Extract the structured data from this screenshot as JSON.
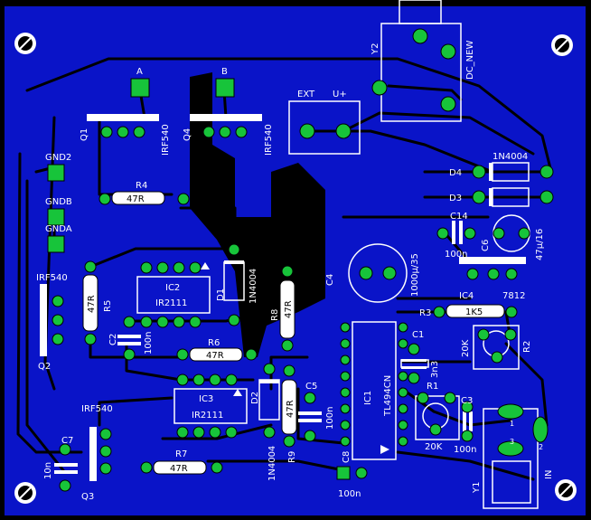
{
  "colors": {
    "board": "#0a14c8",
    "copper": "#000000",
    "pad": "#17c43a",
    "silk": "#ffffff",
    "background": "#000000"
  },
  "connectors": {
    "a": "A",
    "b": "B",
    "gnd2": "GND2",
    "gndb": "GNDB",
    "gnda": "GNDA",
    "ext": "EXT",
    "vplus": "U+",
    "y2": "Y2",
    "dcnew": "DC_NEW",
    "y1": "Y1",
    "in": "IN",
    "pin1": "1",
    "pin2": "2",
    "pin3": "3"
  },
  "components": {
    "q1": "Q1",
    "q1_type": "IRF540",
    "q4": "Q4",
    "q4_type": "IRF540",
    "q2_type": "IRF540",
    "q2": "Q2",
    "q3_type": "IRF540",
    "q3": "Q3",
    "r4": "R4",
    "r4_val": "47R",
    "r5": "R5",
    "r5_val": "47R",
    "r6": "R6",
    "r6_val": "47R",
    "r7": "R7",
    "r7_val": "47R",
    "r8": "R8",
    "r8_val": "47R",
    "r9": "R9",
    "r9_val": "47R",
    "r3": "R3",
    "r3_val": "1K5",
    "r2": "R2",
    "r2_val": "20K",
    "r1": "R1",
    "r1_val": "20K",
    "ic2": "IC2",
    "ic2_type": "IR2111",
    "ic3": "IC3",
    "ic3_type": "IR2111",
    "ic1": "IC1",
    "ic1_type": "TL494CN",
    "ic4": "IC4",
    "ic4_type": "7812",
    "d1": "D1",
    "d1_type": "1N4004",
    "d2": "D2",
    "d2_type": "1N4004",
    "d3": "D3",
    "d4": "D4",
    "d34_type": "1N4004",
    "c1": "C1",
    "c1_val": "3n3",
    "c2": "C2",
    "c2_val": "100n",
    "c3": "C3",
    "c3_val": "100n",
    "c4": "C4",
    "c4_val": "1000µ/35",
    "c5": "C5",
    "c5_val": "100n",
    "c6": "C6",
    "c6_val": "47µ/16",
    "c7": "C7",
    "c7_val": "10n",
    "c8": "C8",
    "c8_val": "100n",
    "c14": "C14",
    "c14_val": "100n"
  }
}
